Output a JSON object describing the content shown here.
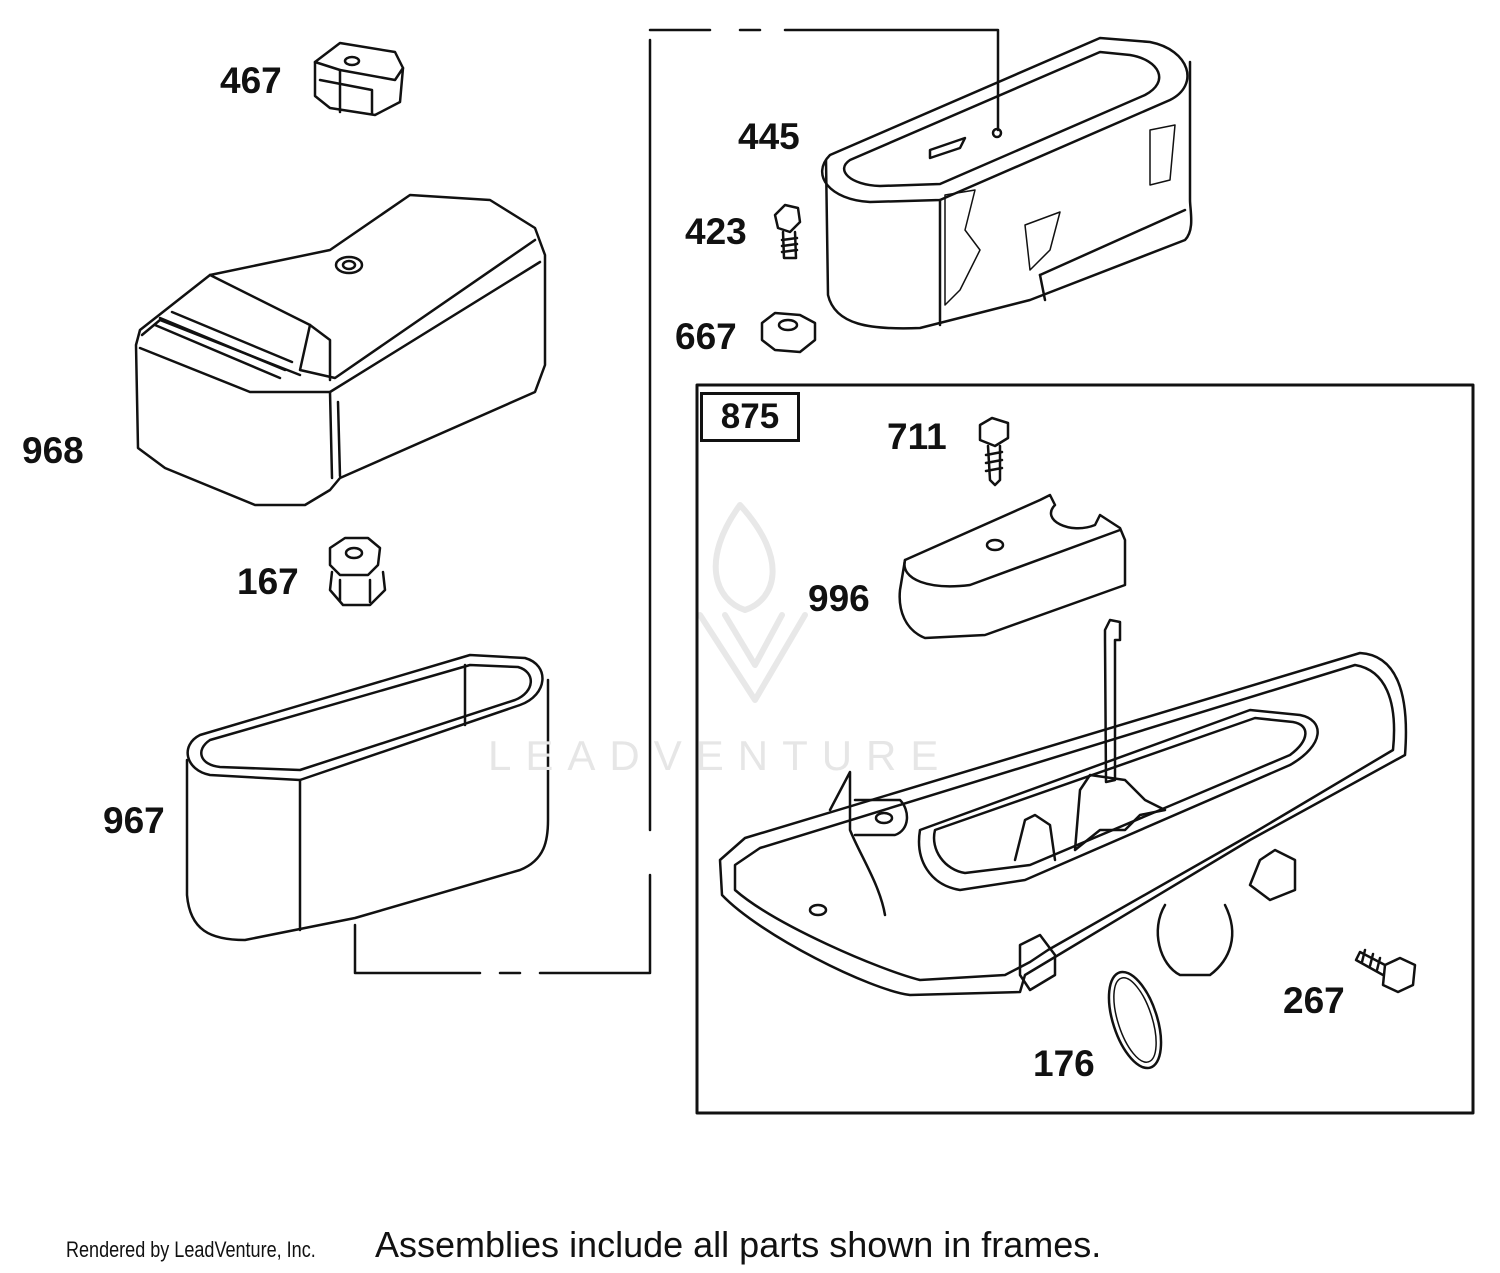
{
  "diagram": {
    "part_numbers": {
      "p467": "467",
      "p968": "968",
      "p167": "167",
      "p967": "967",
      "p445": "445",
      "p423": "423",
      "p667": "667",
      "p711": "711",
      "p996": "996",
      "p267": "267",
      "p176": "176"
    },
    "assembly_frame_number": "875",
    "watermark_text": "LEADVENTURE"
  },
  "footer": {
    "credit": "Rendered by LeadVenture, Inc.",
    "note": "Assemblies include all parts shown in frames."
  }
}
